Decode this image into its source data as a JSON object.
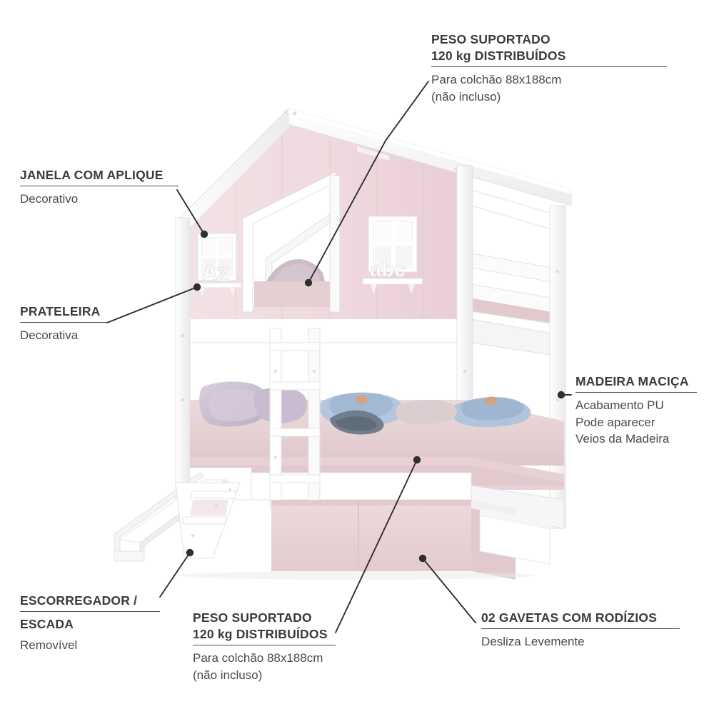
{
  "page": {
    "language": "pt-BR",
    "background": "#ffffff",
    "text_color": "#3b3b3b",
    "rule_color": "#4a4a4a"
  },
  "product": {
    "name": "beliche-casinha",
    "colors": {
      "white": "#ffffff",
      "white_shade": "#f2f2f4",
      "wall_pink": "#f0dade",
      "wall_pink_dark": "#e7ccd2",
      "mattress_pink": "#e9d6d7",
      "mattress_pink_dark": "#ddc4c6",
      "drawer_pink": "#ecd6d8",
      "pillow_lavender": "#cfc3d2",
      "toy_blue": "#aac2dc",
      "toy_blue_dark": "#7d95b4",
      "outline": "#d9d9dd"
    },
    "decor": {
      "left_window_letters": "A Z",
      "right_window_letters": "abc"
    }
  },
  "callouts": [
    {
      "id": "peso-suportado-superior",
      "title_lines": [
        "PESO SUPORTADO",
        "120 kg DISTRIBUÍDOS"
      ],
      "body_lines": [
        "Para colchão 88x188cm",
        "(não incluso)"
      ],
      "align": "left"
    },
    {
      "id": "janela-com-aplique",
      "title_lines": [
        "JANELA COM APLIQUE"
      ],
      "body_lines": [
        "Decorativo"
      ],
      "align": "left"
    },
    {
      "id": "prateleira",
      "title_lines": [
        "PRATELEIRA"
      ],
      "body_lines": [
        "Decorativa"
      ],
      "align": "left"
    },
    {
      "id": "madeira-macica",
      "title_lines": [
        "MADEIRA MACIÇA"
      ],
      "body_lines": [
        "Acabamento PU",
        "Pode aparecer",
        "Veios da Madeira"
      ],
      "align": "left"
    },
    {
      "id": "escorregador-escada",
      "title_lines": [
        "ESCORREGADOR /",
        "ESCADA"
      ],
      "body_lines": [
        "Removível"
      ],
      "align": "left"
    },
    {
      "id": "peso-suportado-inferior",
      "title_lines": [
        "PESO SUPORTADO",
        "120 kg DISTRIBUÍDOS"
      ],
      "body_lines": [
        "Para colchão 88x188cm",
        "(não incluso)"
      ],
      "align": "left"
    },
    {
      "id": "gavetas-com-rodizios",
      "title_lines": [
        "02 GAVETAS COM RODÍZIOS"
      ],
      "body_lines": [
        "Desliza Levemente"
      ],
      "align": "left"
    }
  ],
  "c0": {
    "t0": "PESO SUPORTADO",
    "t1": "120 kg DISTRIBUÍDOS",
    "b0": "Para colchão 88x188cm",
    "b1": "(não incluso)"
  },
  "c1": {
    "t0": "JANELA COM APLIQUE",
    "b0": "Decorativo"
  },
  "c2": {
    "t0": "PRATELEIRA",
    "b0": "Decorativa"
  },
  "c3": {
    "t0": "MADEIRA MACIÇA",
    "b0": "Acabamento PU",
    "b1": "Pode aparecer",
    "b2": "Veios da Madeira"
  },
  "c4": {
    "t0": "ESCORREGADOR /",
    "t1": "ESCADA",
    "b0": "Removível"
  },
  "c5": {
    "t0": "PESO SUPORTADO",
    "t1": "120 kg DISTRIBUÍDOS",
    "b0": "Para colchão 88x188cm",
    "b1": "(não incluso)"
  },
  "c6": {
    "t0": "02 GAVETAS COM RODÍZIOS",
    "b0": "Desliza Levemente"
  }
}
